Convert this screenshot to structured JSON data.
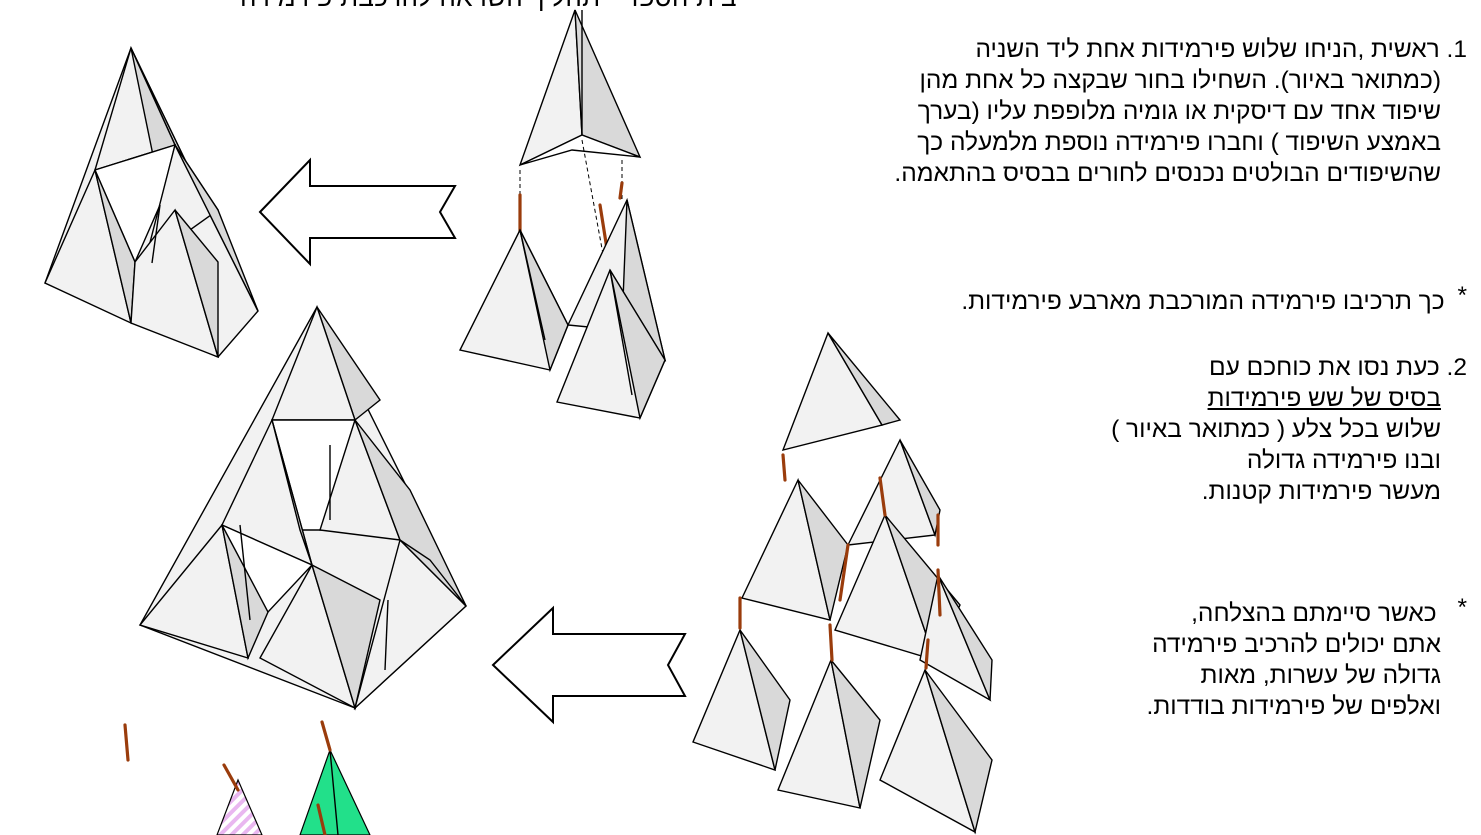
{
  "page": {
    "top_heading_fragment": "בית הספר - תהליך השראה להרכבת פירמידה",
    "step1": {
      "number": "1.",
      "lines": [
        "ראשית ,הניחו שלוש פירמידות אחת ליד השניה",
        "(כמתואר באיור). השחילו בחור שבקצה כל אחת מהן",
        "שיפוד אחד עם  דיסקית או גומיה מלופפת עליו (בערך",
        "באמצע השיפוד ) וחברו פירמידה נוספת מלמעלה כך",
        "שהשיפודים הבולטים נכנסים לחורים בבסיס בהתאמה."
      ]
    },
    "note1": {
      "star": "*",
      "text": "כך תרכיבו פירמידה המורכבת מארבע  פירמידות."
    },
    "step2": {
      "number": "2.",
      "line1": "כעת נסו את כוחכם עם",
      "line2_underlined": "בסיס של שש פירמידות",
      "line3": "שלוש בכל צלע ( כמתואר באיור )",
      "line4": "ובנו פירמידה גדולה",
      "line5": "מעשר פירמידות קטנות."
    },
    "note2": {
      "star": "*",
      "lines": [
        "כאשר סיימתם בהצלחה,",
        "אתם יכולים  להרכיב פירמידה",
        "גדולה של עשרות, מאות",
        "ואלפים של  פירמידות בודדות."
      ]
    },
    "colors": {
      "rod": "#9a3c0c",
      "face_light": "#f2f2f2",
      "face_shadow": "#d9d9d9",
      "green_pyramid": "#22e08a",
      "pink_pyramid": "#e9b7f0"
    }
  }
}
